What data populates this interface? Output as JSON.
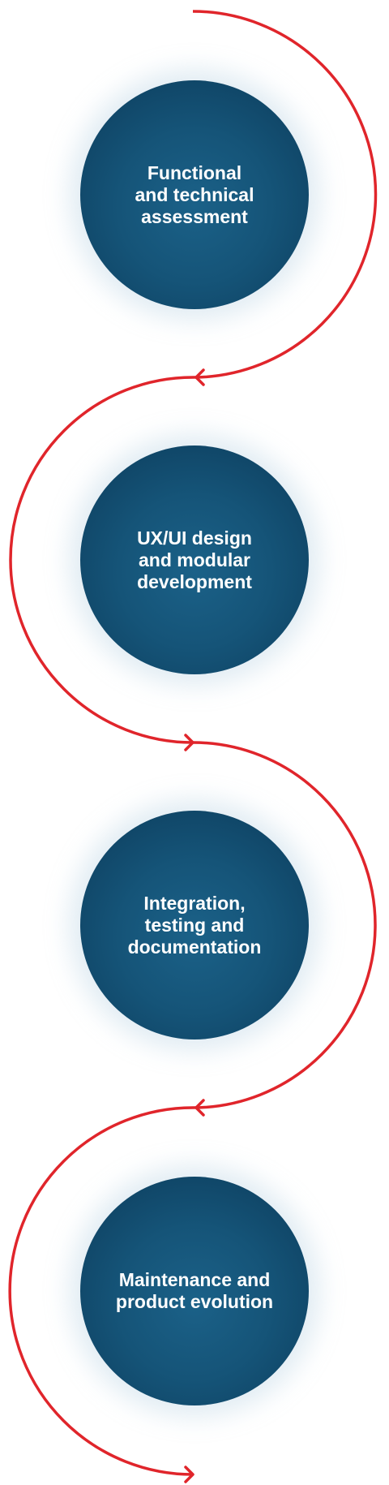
{
  "colors": {
    "connector": "#e0252b",
    "circle": "#155478",
    "label": "#ffffff"
  },
  "steps": [
    {
      "lines": [
        "Functional",
        "and technical",
        "assessment"
      ]
    },
    {
      "lines": [
        "UX/UI design",
        "and modular",
        "development"
      ]
    },
    {
      "lines": [
        "Integration,",
        "testing and",
        "documentation"
      ]
    },
    {
      "lines": [
        "Maintenance and",
        "product evolution"
      ]
    }
  ]
}
